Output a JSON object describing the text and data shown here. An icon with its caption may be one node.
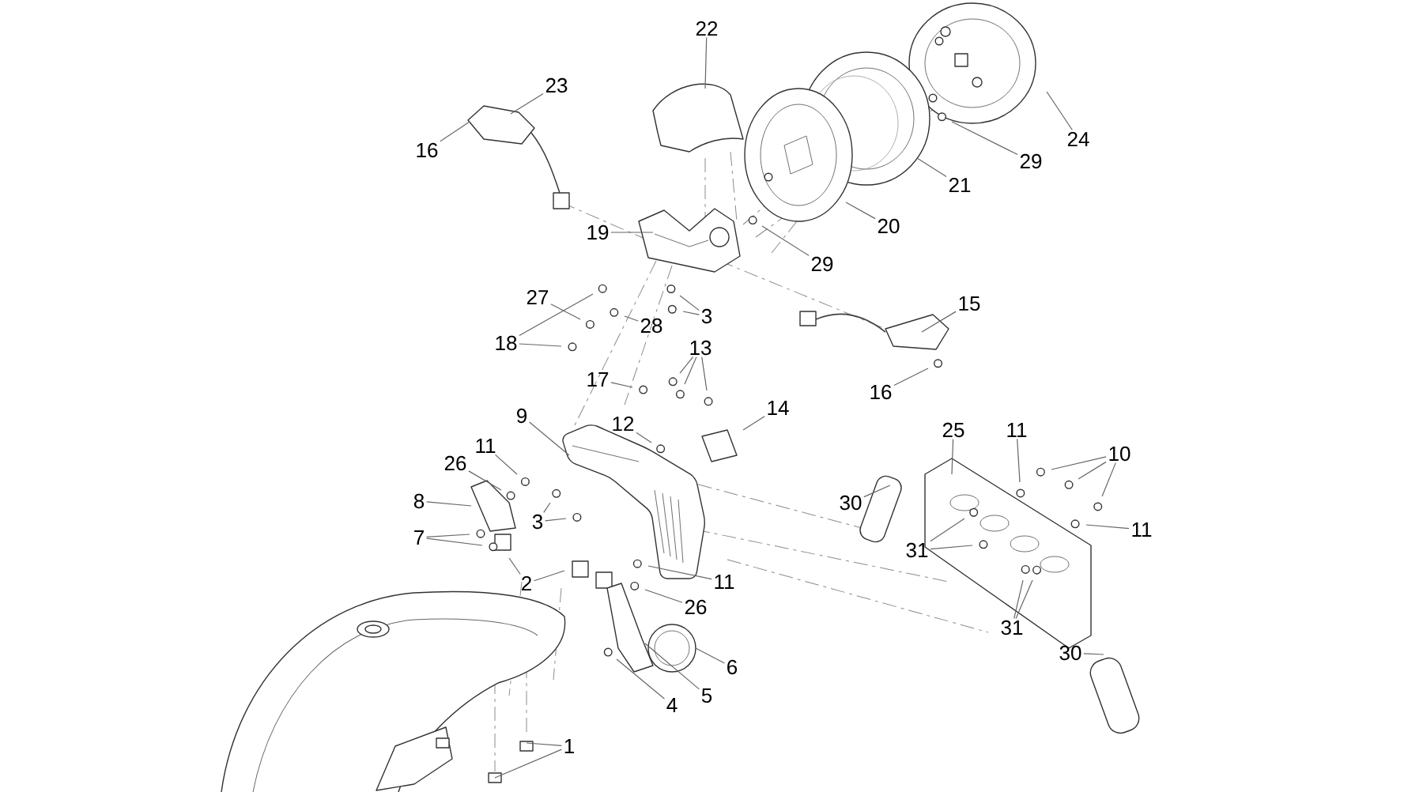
{
  "diagram": {
    "nodes": [
      {
        "text": [
          "22"
        ]
      },
      {
        "text": [
          "23"
        ]
      },
      {
        "text": [
          "16"
        ]
      },
      {
        "text": [
          "24"
        ]
      },
      {
        "text": [
          "19"
        ]
      },
      {
        "text": [
          "29"
        ]
      },
      {
        "text": [
          "21"
        ]
      },
      {
        "text": [
          "20"
        ]
      },
      {
        "text": [
          "29"
        ]
      },
      {
        "text": [
          "27"
        ]
      },
      {
        "text": [
          "18"
        ]
      },
      {
        "text": [
          "3"
        ]
      },
      {
        "text": [
          "28"
        ]
      },
      {
        "text": [
          "15"
        ]
      },
      {
        "text": [
          "16"
        ]
      },
      {
        "text": [
          "13"
        ]
      },
      {
        "text": [
          "17"
        ]
      },
      {
        "text": [
          "9"
        ]
      },
      {
        "text": [
          "12"
        ]
      },
      {
        "text": [
          "14"
        ]
      },
      {
        "text": [
          "11"
        ]
      },
      {
        "text": [
          "26"
        ]
      },
      {
        "text": [
          "8"
        ]
      },
      {
        "text": [
          "7"
        ]
      },
      {
        "text": [
          "3"
        ]
      },
      {
        "text": [
          "2"
        ]
      },
      {
        "text": [
          "11"
        ]
      },
      {
        "text": [
          "26"
        ]
      },
      {
        "text": [
          "6"
        ]
      },
      {
        "text": [
          "5"
        ]
      },
      {
        "text": [
          "4"
        ]
      },
      {
        "text": [
          "1"
        ]
      },
      {
        "text": [
          "25"
        ]
      },
      {
        "text": [
          "11"
        ]
      },
      {
        "text": [
          "10"
        ]
      },
      {
        "text": [
          "11"
        ]
      },
      {
        "text": [
          "30"
        ]
      },
      {
        "text": [
          "31"
        ]
      },
      {
        "text": [
          "31"
        ]
      },
      {
        "text": [
          "30"
        ]
      }
    ],
    "edges": [
      {
        "from": 0,
        "to": null,
        "arrow": "none"
      },
      {
        "from": 1,
        "to": null,
        "arrow": "none"
      },
      {
        "from": 2,
        "to": null,
        "arrow": "none"
      },
      {
        "from": 3,
        "to": null,
        "arrow": "none"
      },
      {
        "from": 4,
        "to": null,
        "arrow": "none"
      },
      {
        "from": 5,
        "to": null,
        "arrow": "none"
      },
      {
        "from": 6,
        "to": null,
        "arrow": "none"
      },
      {
        "from": 7,
        "to": null,
        "arrow": "none"
      },
      {
        "from": 8,
        "to": null,
        "arrow": "none"
      },
      {
        "from": 9,
        "to": null,
        "arrow": "none"
      },
      {
        "from": 10,
        "to": null,
        "arrow": "none"
      },
      {
        "from": 10,
        "to": null,
        "arrow": "none"
      },
      {
        "from": 11,
        "to": null,
        "arrow": "none"
      },
      {
        "from": 11,
        "to": null,
        "arrow": "none"
      },
      {
        "from": 12,
        "to": null,
        "arrow": "none"
      },
      {
        "from": 13,
        "to": null,
        "arrow": "none"
      },
      {
        "from": 14,
        "to": null,
        "arrow": "none"
      },
      {
        "from": 15,
        "to": null,
        "arrow": "none"
      },
      {
        "from": 15,
        "to": null,
        "arrow": "none"
      },
      {
        "from": 15,
        "to": null,
        "arrow": "none"
      },
      {
        "from": 16,
        "to": null,
        "arrow": "none"
      },
      {
        "from": 17,
        "to": null,
        "arrow": "none"
      },
      {
        "from": 18,
        "to": null,
        "arrow": "none"
      },
      {
        "from": 19,
        "to": null,
        "arrow": "none"
      },
      {
        "from": 20,
        "to": null,
        "arrow": "none"
      },
      {
        "from": 21,
        "to": null,
        "arrow": "none"
      },
      {
        "from": 22,
        "to": null,
        "arrow": "none"
      },
      {
        "from": 23,
        "to": null,
        "arrow": "none"
      },
      {
        "from": 23,
        "to": null,
        "arrow": "none"
      },
      {
        "from": 24,
        "to": null,
        "arrow": "none"
      },
      {
        "from": 24,
        "to": null,
        "arrow": "none"
      },
      {
        "from": 25,
        "to": null,
        "arrow": "none"
      },
      {
        "from": 25,
        "to": null,
        "arrow": "none"
      },
      {
        "from": 26,
        "to": null,
        "arrow": "none"
      },
      {
        "from": 27,
        "to": null,
        "arrow": "none"
      },
      {
        "from": 28,
        "to": null,
        "arrow": "none"
      },
      {
        "from": 29,
        "to": null,
        "arrow": "none"
      },
      {
        "from": 30,
        "to": null,
        "arrow": "none"
      },
      {
        "from": 31,
        "to": null,
        "arrow": "none"
      },
      {
        "from": 31,
        "to": null,
        "arrow": "none"
      },
      {
        "from": 32,
        "to": null,
        "arrow": "none"
      },
      {
        "from": 33,
        "to": null,
        "arrow": "none"
      },
      {
        "from": 34,
        "to": null,
        "arrow": "none"
      },
      {
        "from": 34,
        "to": null,
        "arrow": "none"
      },
      {
        "from": 34,
        "to": null,
        "arrow": "none"
      },
      {
        "from": 35,
        "to": null,
        "arrow": "none"
      },
      {
        "from": 36,
        "to": null,
        "arrow": "none"
      },
      {
        "from": 37,
        "to": null,
        "arrow": "none"
      },
      {
        "from": 37,
        "to": null,
        "arrow": "none"
      },
      {
        "from": 38,
        "to": null,
        "arrow": "none"
      },
      {
        "from": 38,
        "to": null,
        "arrow": "none"
      },
      {
        "from": 39,
        "to": null,
        "arrow": "none"
      }
    ]
  }
}
